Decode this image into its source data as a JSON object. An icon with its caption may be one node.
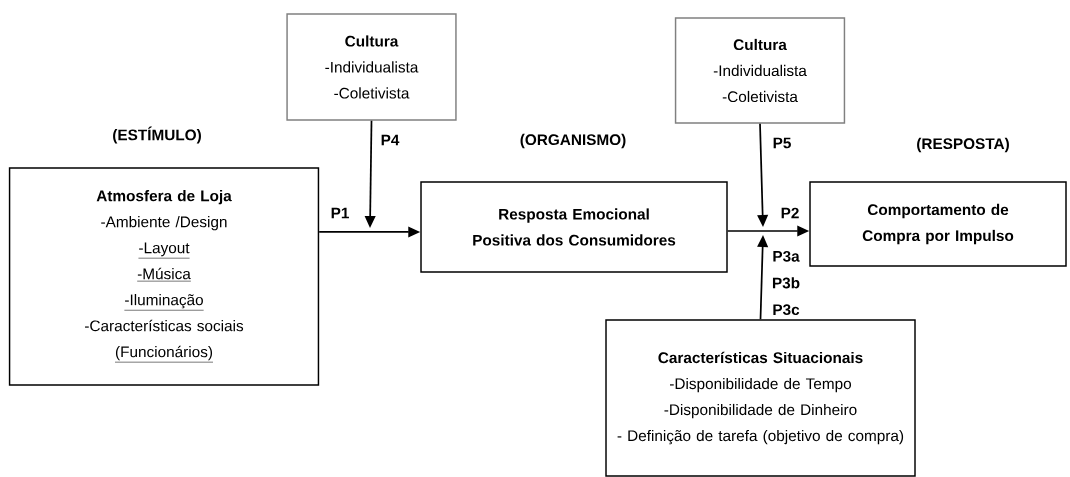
{
  "diagram": {
    "nodes": [
      {
        "text": [
          "Cultura",
          "-Individualista",
          "-Coletivista"
        ]
      },
      {
        "text": [
          "Atmosfera de Loja",
          "-Ambiente /Design",
          "-Layout",
          "-Música",
          "-Iluminação",
          "-Características sociais",
          "(Funcionários)"
        ]
      },
      {
        "text": [
          "Resposta Emocional Positiva dos Consumidores"
        ]
      },
      {
        "text": [
          "Cultura",
          "-Individualista",
          "-Coletivista"
        ]
      },
      {
        "text": [
          "Comportamento de Compra por Impulso"
        ]
      },
      {
        "text": [
          "Características Situacionais",
          "-Disponibilidade de Tempo",
          "-Disponibilidade de Dinheiro",
          "- Definição de tarefa (objetivo de compra)"
        ]
      }
    ],
    "edges": [
      {
        "from": 1,
        "to": 2,
        "arrow": "to",
        "label": "P1"
      },
      {
        "from": 0,
        "to": null,
        "arrow": "to",
        "label": "P4"
      },
      {
        "from": 2,
        "to": 4,
        "arrow": "to",
        "label": "P2"
      },
      {
        "from": 3,
        "to": null,
        "arrow": "to",
        "label": "P5"
      },
      {
        "from": 5,
        "to": null,
        "arrow": "to",
        "label": "P3a P3b P3c"
      }
    ],
    "labels": [
      "(ESTÍMULO)",
      "(ORGANISMO)",
      "(RESPOSTA)"
    ]
  }
}
